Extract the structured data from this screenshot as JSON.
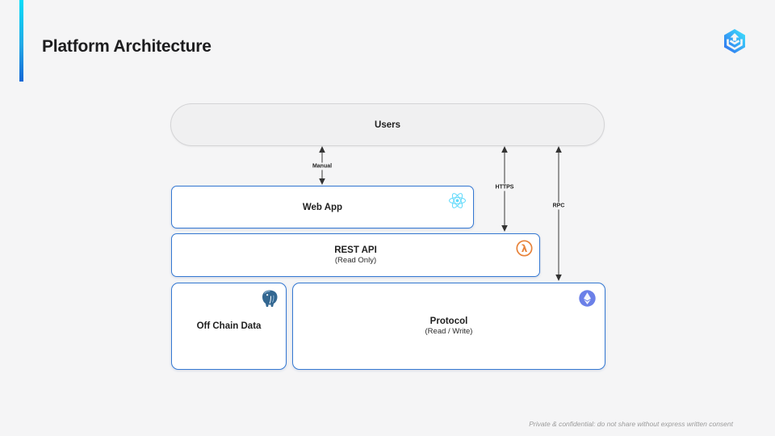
{
  "header": {
    "title": "Platform Architecture"
  },
  "logo": {
    "name": "hexagon-cube-logo"
  },
  "diagram": {
    "users": {
      "label": "Users"
    },
    "arrows": [
      {
        "label": "Manual",
        "from": "Users",
        "to": "Web App",
        "direction": "bidirectional"
      },
      {
        "label": "HTTPS",
        "from": "Users",
        "to": "REST API",
        "direction": "bidirectional"
      },
      {
        "label": "RPC",
        "from": "Users",
        "to": "Protocol",
        "direction": "bidirectional"
      }
    ],
    "nodes": {
      "web_app": {
        "title": "Web App",
        "icon": "react-icon"
      },
      "rest_api": {
        "title": "REST API",
        "subtitle": "(Read Only)",
        "icon": "lambda-icon"
      },
      "off_chain": {
        "title": "Off Chain Data",
        "icon": "postgresql-icon"
      },
      "protocol": {
        "title": "Protocol",
        "subtitle": "(Read / Write)",
        "icon": "ethereum-icon"
      }
    }
  },
  "footer": {
    "disclaimer": "Private & confidential: do not share without express written consent"
  },
  "colors": {
    "background": "#f5f5f6",
    "accent_top": "#06dcf8",
    "accent_bottom": "#1467d6",
    "node_border": "#3478d2",
    "react_blue": "#61dafb",
    "lambda_orange": "#e8833a",
    "ethereum_blue": "#6b80e8",
    "postgres_blue": "#336791"
  }
}
